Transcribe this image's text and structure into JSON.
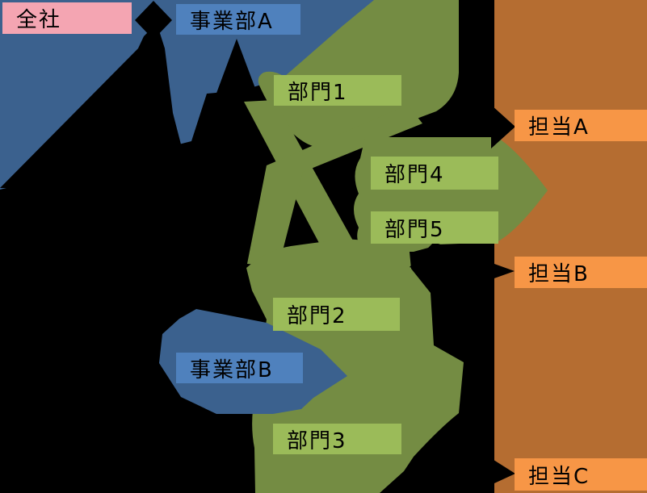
{
  "diagram": {
    "type": "org-hierarchy-tree",
    "nodes": [
      {
        "label": "全社",
        "level": "company"
      },
      {
        "label": "事業部A",
        "level": "division"
      },
      {
        "label": "部門1",
        "level": "department"
      },
      {
        "label": "担当A",
        "level": "staff"
      },
      {
        "label": "部門4",
        "level": "department"
      },
      {
        "label": "部門5",
        "level": "department"
      },
      {
        "label": "担当B",
        "level": "staff"
      },
      {
        "label": "部門2",
        "level": "department"
      },
      {
        "label": "事業部B",
        "level": "division"
      },
      {
        "label": "部門3",
        "level": "department"
      },
      {
        "label": "担当C",
        "level": "staff"
      }
    ],
    "colors": {
      "background": "#000000",
      "connector": "#000000",
      "company_box": "#F4A5B2",
      "division_box": "#4F81BD",
      "division_region": "#3B618E",
      "department_box": "#9BBB59",
      "department_region": "#748C43",
      "staff_box": "#F79646",
      "staff_region": "#B56D31",
      "text": "#000000"
    }
  }
}
